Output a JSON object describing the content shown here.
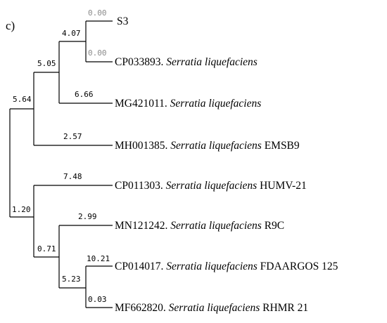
{
  "panel_label": "c)",
  "taxa": [
    {
      "id": "CP033893",
      "accession": "CP033893.",
      "species": "Serratia liquefaciens",
      "strain": ""
    },
    {
      "id": "MG421011",
      "accession": "MG421011.",
      "species": "Serratia liquefaciens",
      "strain": ""
    },
    {
      "id": "MH001385",
      "accession": "MH001385.",
      "species": "Serratia liquefaciens",
      "strain": "EMSB9"
    },
    {
      "id": "CP011303",
      "accession": "CP011303.",
      "species": "Serratia liquefaciens",
      "strain": "HUMV-21"
    },
    {
      "id": "MN121242",
      "accession": "MN121242.",
      "species": "Serratia liquefaciens",
      "strain": "R9C"
    },
    {
      "id": "CP014017",
      "accession": "CP014017.",
      "species": "Serratia liquefaciens",
      "strain": "FDAARGOS 125"
    },
    {
      "id": "MF662820",
      "accession": "MF662820.",
      "species": "Serratia liquefaciens",
      "strain": "RHMR 21"
    }
  ],
  "s3_label": "S3",
  "branch_lengths": {
    "s3": "0.00",
    "cp033893": "0.00",
    "s3_cp033893_clade": "4.07",
    "mg421011": "6.66",
    "clade_a": "5.05",
    "mh001385": "2.57",
    "clade_b": "5.64",
    "cp011303": "7.48",
    "root_split": "1.20",
    "mn121242": "2.99",
    "clade_c": "0.71",
    "cp014017": "10.21",
    "clade_d": "5.23",
    "mf662820": "0.03"
  }
}
